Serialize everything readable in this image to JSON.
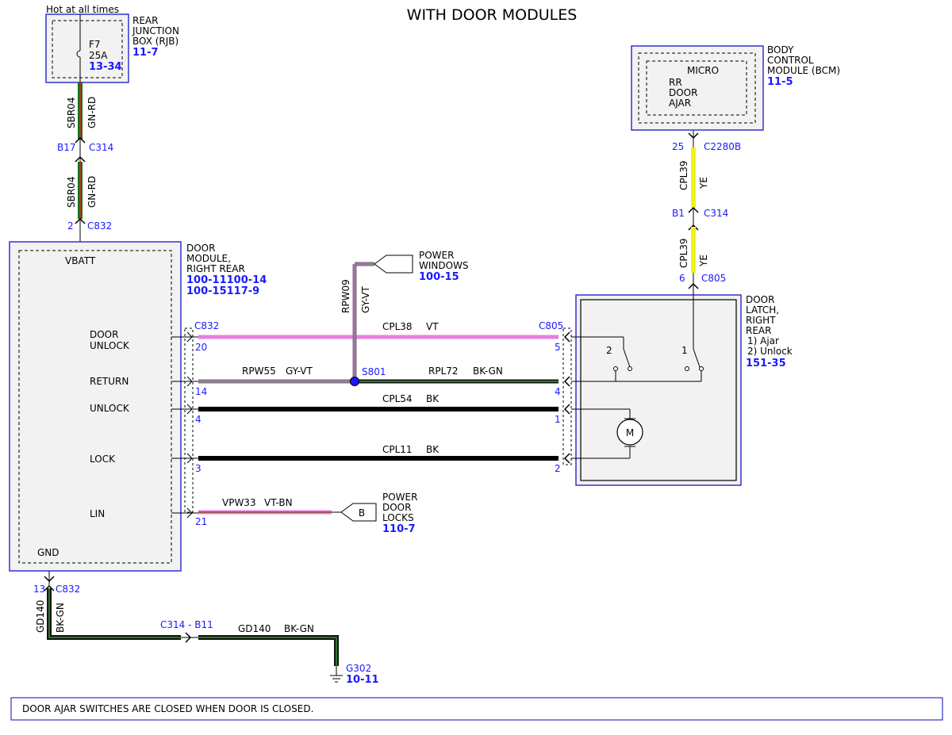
{
  "title": "WITH DOOR MODULES",
  "note": "DOOR AJAR SWITCHES ARE CLOSED WHEN DOOR IS CLOSED.",
  "colors": {
    "blue_text": "#1a1aff",
    "box_border": "#3333cc",
    "box_fill": "#f2f2f2"
  },
  "rjb": {
    "hot_label": "Hot at all times",
    "name_lines": [
      "REAR",
      "JUNCTION",
      "BOX (RJB)"
    ],
    "ref": "11-7",
    "fuse_id": "F7",
    "fuse_amps": "25A",
    "fuse_ref": "13-34"
  },
  "bcm": {
    "name_lines": [
      "BODY",
      "CONTROL",
      "MODULE (BCM)"
    ],
    "ref": "11-5",
    "micro": "MICRO",
    "func_lines": [
      "RR",
      "DOOR",
      "AJAR"
    ]
  },
  "door_module": {
    "name_lines": [
      "DOOR",
      "MODULE,",
      "RIGHT REAR"
    ],
    "refs": [
      "100-11100-14",
      "100-15117-9"
    ],
    "pins": {
      "vbatt": "VBATT",
      "door_unlock": [
        "DOOR",
        "UNLOCK"
      ],
      "return": "RETURN",
      "unlock": "UNLOCK",
      "lock": "LOCK",
      "lin": "LIN",
      "gnd": "GND"
    }
  },
  "door_latch": {
    "name_lines": [
      "DOOR",
      "LATCH,",
      "RIGHT",
      "REAR"
    ],
    "items": [
      "1) Ajar",
      "2) Unlock"
    ],
    "ref": "151-35",
    "motor": "M",
    "switch_2": "2",
    "switch_1": "1"
  },
  "power_windows": {
    "name_lines": [
      "POWER",
      "WINDOWS"
    ],
    "ref": "100-15"
  },
  "power_door_locks": {
    "name_lines": [
      "POWER",
      "DOOR",
      "LOCKS"
    ],
    "ref": "110-7",
    "connector": "B"
  },
  "ground": {
    "name": "G302",
    "ref": "10-11"
  },
  "wires": {
    "sbr04_top": {
      "circuit": "SBR04",
      "color": "GN-RD"
    },
    "sbr04_bot": {
      "circuit": "SBR04",
      "color": "GN-RD"
    },
    "cpl39_top": {
      "circuit": "CPL39",
      "color": "YE"
    },
    "cpl39_bot": {
      "circuit": "CPL39",
      "color": "YE"
    },
    "rpw09": {
      "circuit": "RPW09",
      "color": "GY-VT"
    },
    "cpl38": {
      "circuit": "CPL38",
      "color": "VT"
    },
    "rpw55": {
      "circuit": "RPW55",
      "color": "GY-VT"
    },
    "rpl72": {
      "circuit": "RPL72",
      "color": "BK-GN"
    },
    "cpl54": {
      "circuit": "CPL54",
      "color": "BK"
    },
    "cpl11": {
      "circuit": "CPL11",
      "color": "BK"
    },
    "vpw33": {
      "circuit": "VPW33",
      "color": "VT-BN"
    },
    "gd140_vert": {
      "circuit": "GD140",
      "color": "BK-GN"
    },
    "gd140_horiz": {
      "circuit": "GD140",
      "color": "BK-GN"
    }
  },
  "connectors": {
    "c314_top": {
      "pin": "B17",
      "name": "C314"
    },
    "c832_top": {
      "pin": "2",
      "name": "C832"
    },
    "c2280b": {
      "pin": "25",
      "name": "C2280B"
    },
    "c314_right": {
      "pin": "B1",
      "name": "C314"
    },
    "c805_top": {
      "pin": "6",
      "name": "C805"
    },
    "c832_left": "C832",
    "c805_right": "C805",
    "pins_left": [
      "20",
      "14",
      "4",
      "3",
      "21"
    ],
    "pins_right": [
      "5",
      "4",
      "1",
      "2"
    ],
    "splice": "S801",
    "c832_gnd": {
      "pin": "13",
      "name": "C832"
    },
    "c314_gnd": "C314 - B11"
  }
}
